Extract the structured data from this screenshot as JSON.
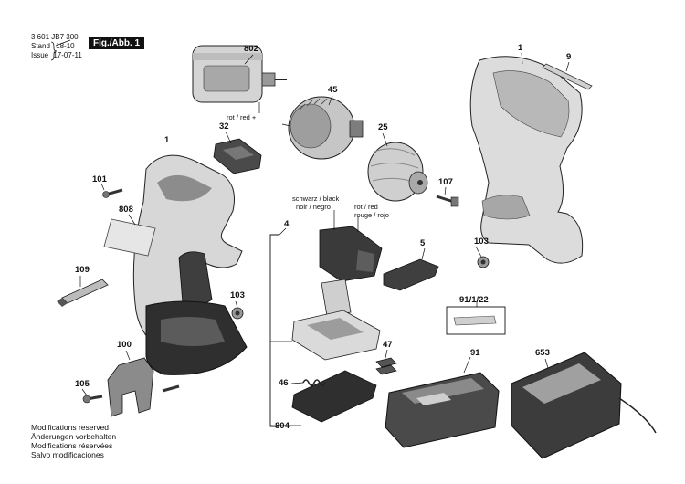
{
  "header": {
    "doc_number": "3 601 JB7 300",
    "stand_label": "Stand",
    "stand_date": "18-10",
    "issue_label": "Issue",
    "issue_date": "17-07-11",
    "figure_tag": "Fig./Abb. 1"
  },
  "footer_notes": [
    "Modifications reserved",
    "Änderungen vorbehalten",
    "Modifications réservées",
    "Salvo modificaciones"
  ],
  "wire_labels": {
    "motor": "rot / red +",
    "switch_black": [
      "schwarz / black",
      "noir / negro"
    ],
    "switch_red": [
      "rot / red",
      "rouge / rojo"
    ]
  },
  "parts": {
    "p802": "802",
    "p45": "45",
    "p1_left": "1",
    "p1_right": "1",
    "p9": "9",
    "p32": "32",
    "p25": "25",
    "p101": "101",
    "p107": "107",
    "p808": "808",
    "p4": "4",
    "p5": "5",
    "p103_left": "103",
    "p103_right": "103",
    "p109": "109",
    "p91_1_22": "91/1/22",
    "p100": "100",
    "p47": "47",
    "p91": "91",
    "p653": "653",
    "p105": "105",
    "p46": "46",
    "p804": "804"
  },
  "colors": {
    "ink": "#111111",
    "housing_light": "#d9d9d9",
    "housing_mid": "#9a9a9a",
    "housing_dark": "#3a3a3a",
    "tag_bg": "#111111"
  }
}
